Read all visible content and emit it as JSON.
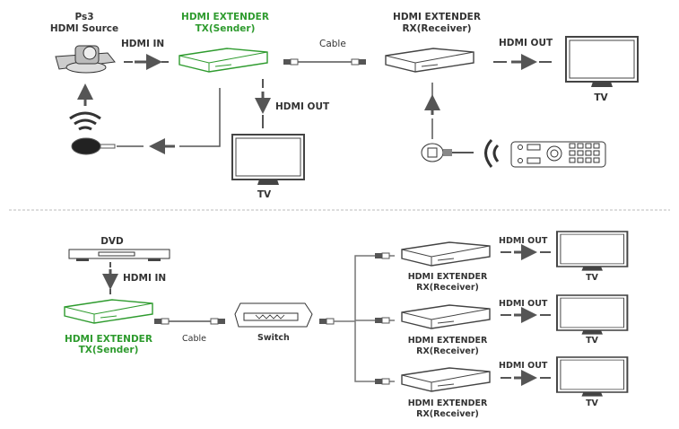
{
  "colors": {
    "accent_green": "#2e9b2e",
    "line_gray": "#555555",
    "text": "#333333"
  },
  "top": {
    "source": {
      "line1": "Ps3",
      "line2": "HDMI Source",
      "icon": "camera-icon"
    },
    "hdmi_in": "HDMI IN",
    "tx": {
      "line1": "HDMI EXTENDER",
      "line2": "TX(Sender)"
    },
    "cable": "Cable",
    "rx": {
      "line1": "HDMI EXTENDER",
      "line2": "RX(Receiver)"
    },
    "hdmi_out_right": "HDMI OUT",
    "tv_right": "TV",
    "hdmi_out_down": "HDMI OUT",
    "tv_bottom": "TV",
    "ir_tx_icon": "ir-emitter-icon",
    "ir_rx_icon": "ir-receiver-icon",
    "remote_icon": "remote-control-icon",
    "wifi_icon": "signal-waves-icon"
  },
  "bottom": {
    "dvd": "DVD",
    "hdmi_in": "HDMI IN",
    "tx": {
      "line1": "HDMI EXTENDER",
      "line2": "TX(Sender)"
    },
    "cable": "Cable",
    "switch": "Switch",
    "receivers": [
      {
        "line1": "HDMI EXTENDER",
        "line2": "RX(Receiver)",
        "hdmi_out": "HDMI OUT",
        "tv": "TV"
      },
      {
        "line1": "HDMI EXTENDER",
        "line2": "RX(Receiver)",
        "hdmi_out": "HDMI OUT",
        "tv": "TV"
      },
      {
        "line1": "HDMI EXTENDER",
        "line2": "RX(Receiver)",
        "hdmi_out": "HDMI OUT",
        "tv": "TV"
      }
    ]
  }
}
